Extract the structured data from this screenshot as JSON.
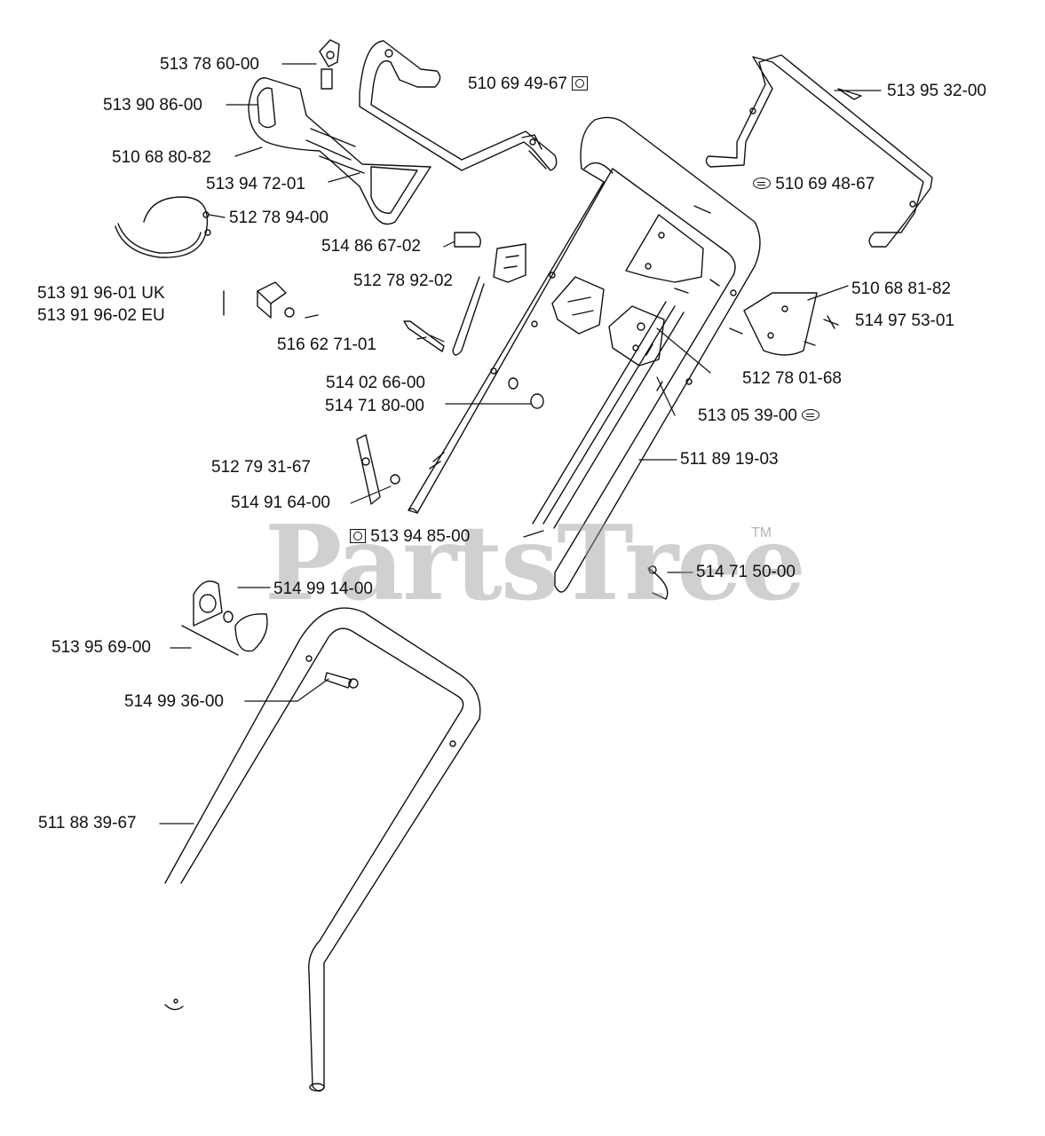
{
  "labels": {
    "p513786000": "513 78 60-00",
    "p513908600": "513 90 86-00",
    "p510688082": "510 68 80-82",
    "p513947201": "513 94 72-01",
    "p512789400": "512 78 94-00",
    "p510694967": "510 69 49-67",
    "p513953200": "513 95 32-00",
    "p510694867": "510 69 48-67",
    "p514866702": "514 86 67-02",
    "p512789202": "512 78 92-02",
    "p513919601": "513 91 96-01 UK",
    "p513919602": "513 91 96-02 EU",
    "p516627101": "516 62 71-01",
    "p510688182": "510 68 81-82",
    "p514975301": "514 97 53-01",
    "p514026600": "514 02 66-00",
    "p514718000": "514 71 80-00",
    "p512780168": "512 78 01-68",
    "p513053900": "513 05 39-00",
    "p512793167": "512 79 31-67",
    "p511891903": "511 89 19-03",
    "p514916400": "514 91 64-00",
    "p513948500": "513 94 85-00",
    "p514715000": "514 71 50-00",
    "p514991400": "514 99 14-00",
    "p513956900": "513 95 69-00",
    "p514993600": "514 99 36-00",
    "p511883967": "511 88 39-67"
  },
  "icons": {
    "kit": "boxed-gear-icon",
    "oval": "oval-stamp-icon"
  },
  "watermark": {
    "text": "PartsTree",
    "mark": "TM"
  },
  "colors": {
    "line": "#111111",
    "watermark": "#969696",
    "background": "#ffffff"
  }
}
